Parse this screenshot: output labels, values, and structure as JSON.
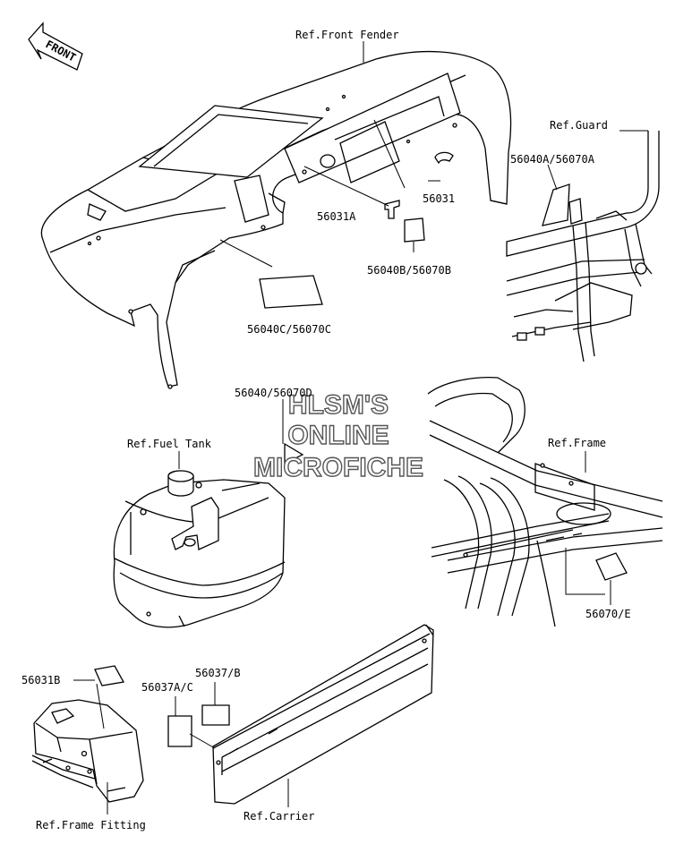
{
  "front_badge": "FRONT",
  "watermark": {
    "line1": "HLSM'S",
    "line2": "ONLINE",
    "line3": "MICROFICHE"
  },
  "labels": {
    "ref_front_fender": "Ref.Front Fender",
    "ref_guard": "Ref.Guard",
    "part_56040a_56070a": "56040A/56070A",
    "part_56031": "56031",
    "part_56031a": "56031A",
    "part_56040b_56070b": "56040B/56070B",
    "part_56040c_56070c": "56040C/56070C",
    "part_56040_56070d": "56040/56070D",
    "ref_fuel_tank": "Ref.Fuel Tank",
    "ref_frame": "Ref.Frame",
    "part_56070e": "56070/E",
    "part_56031b": "56031B",
    "part_56037b": "56037/B",
    "part_56037ac": "56037A/C",
    "ref_frame_fitting": "Ref.Frame Fitting",
    "ref_carrier": "Ref.Carrier"
  }
}
